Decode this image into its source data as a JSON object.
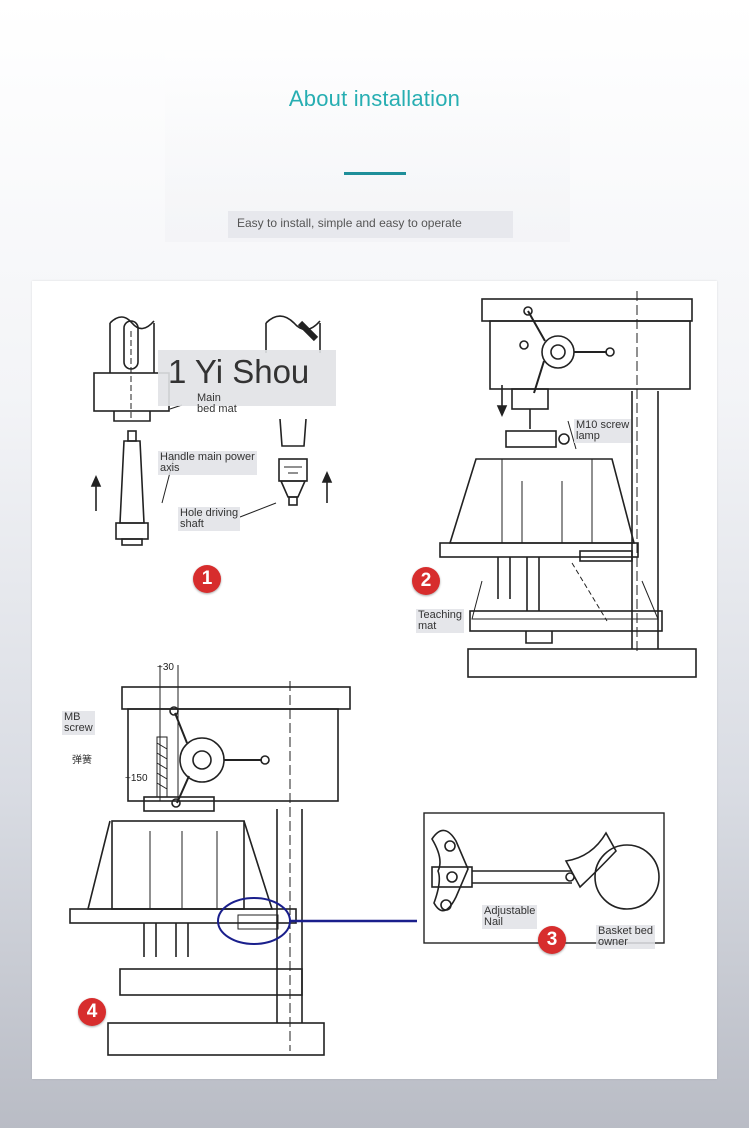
{
  "header": {
    "title": "About installation",
    "subtitle": "Easy to install, simple and easy to operate"
  },
  "watermark": "1 Yi Shou",
  "labels": {
    "main_bed_mat": "Main\nbed mat",
    "handle_main_power_axis": "Handle main power\naxis",
    "hole_driving_shaft": "Hole driving\nshaft",
    "m10_screw_lamp": "M10 screw\nlamp",
    "teaching_mat": "Teaching\nmat",
    "mb_screw": "MB\nscrew",
    "spring_cn": "弹簧",
    "adjustable_nail": "Adjustable\nNail",
    "basket_bed_owner": "Basket bed\nowner"
  },
  "dimensions": {
    "d30": "~30",
    "d150": "~150"
  },
  "steps": [
    "1",
    "2",
    "3",
    "4"
  ],
  "colors": {
    "title": "#27aeb2",
    "underline": "#1f8f9a",
    "step_badge": "#d72d2d",
    "highlight_line": "#1a1f8c"
  }
}
